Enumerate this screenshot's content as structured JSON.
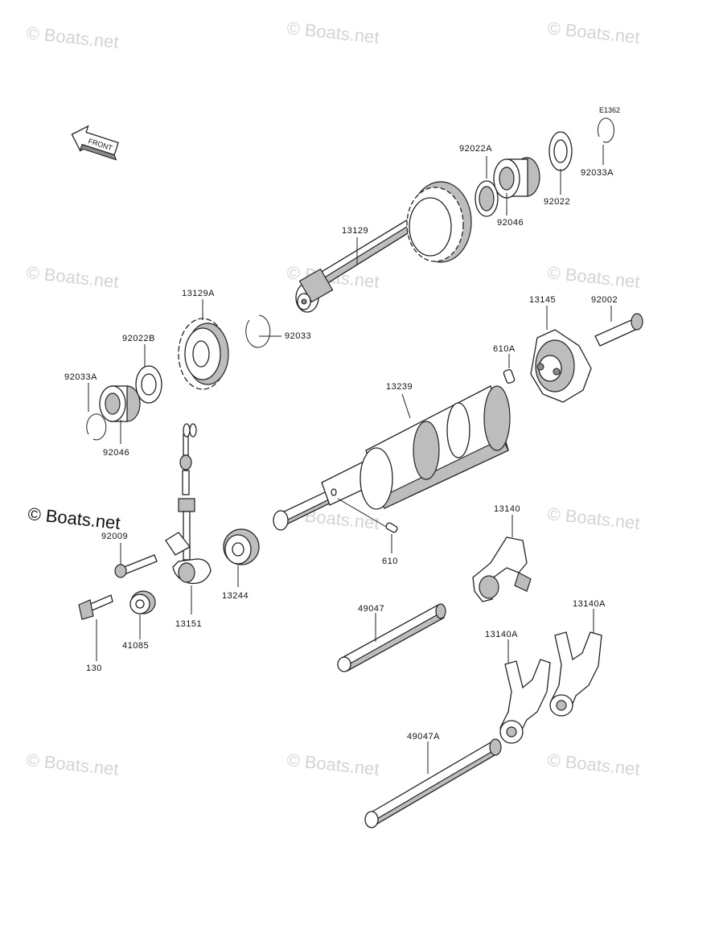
{
  "diagram": {
    "figure_code": "E1362",
    "front_label": "FRONT",
    "copyright": "© Boats.net",
    "watermark": "© Boats.net",
    "parts": [
      {
        "id": "p13129",
        "label": "13129"
      },
      {
        "id": "p13129A",
        "label": "13129A"
      },
      {
        "id": "p92022A",
        "label": "92022A"
      },
      {
        "id": "p92022",
        "label": "92022"
      },
      {
        "id": "p92033A_top",
        "label": "92033A"
      },
      {
        "id": "p92046_top",
        "label": "92046"
      },
      {
        "id": "p92033",
        "label": "92033"
      },
      {
        "id": "p92022B",
        "label": "92022B"
      },
      {
        "id": "p92033A_left",
        "label": "92033A"
      },
      {
        "id": "p92046_left",
        "label": "92046"
      },
      {
        "id": "p13145",
        "label": "13145"
      },
      {
        "id": "p92002",
        "label": "92002"
      },
      {
        "id": "p610A",
        "label": "610A"
      },
      {
        "id": "p13239",
        "label": "13239"
      },
      {
        "id": "p610",
        "label": "610"
      },
      {
        "id": "p92009",
        "label": "92009"
      },
      {
        "id": "p13244",
        "label": "13244"
      },
      {
        "id": "p13151",
        "label": "13151"
      },
      {
        "id": "p41085",
        "label": "41085"
      },
      {
        "id": "p130",
        "label": "130"
      },
      {
        "id": "p13140",
        "label": "13140"
      },
      {
        "id": "p49047",
        "label": "49047"
      },
      {
        "id": "p13140A_a",
        "label": "13140A"
      },
      {
        "id": "p13140A_b",
        "label": "13140A"
      },
      {
        "id": "p49047A",
        "label": "49047A"
      }
    ]
  }
}
